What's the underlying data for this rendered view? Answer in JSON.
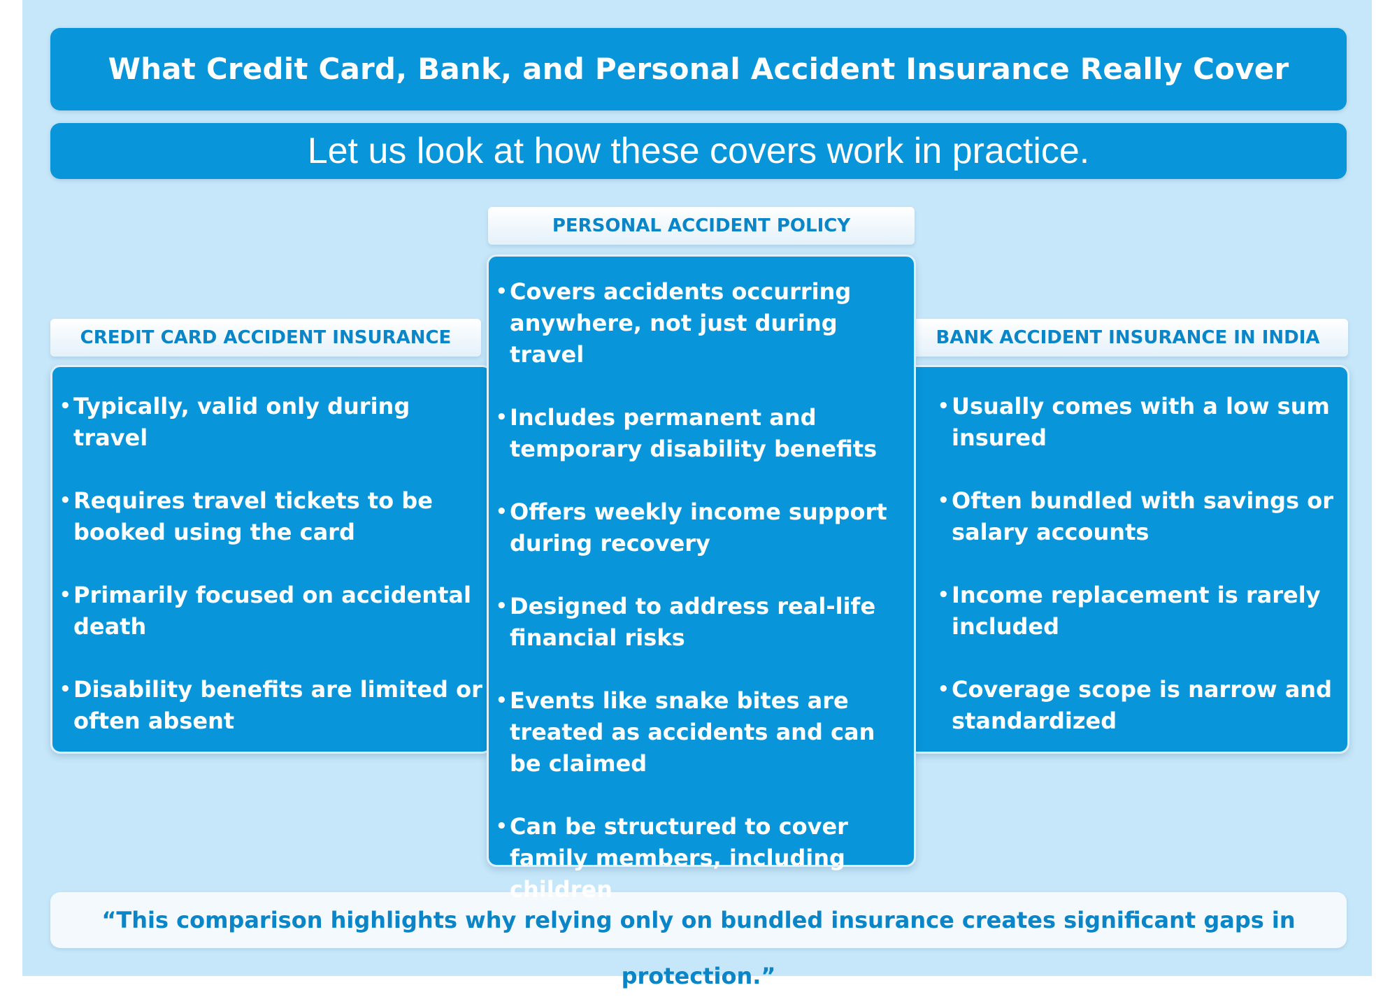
{
  "header": {
    "title": "What Credit Card, Bank, and Personal Accident Insurance Really Cover",
    "subtitle": "Let us look at how these covers work in practice."
  },
  "columns": {
    "left": {
      "heading": "CREDIT CARD ACCIDENT INSURANCE",
      "items": [
        "Typically, valid only during travel",
        "Requires travel tickets to be booked using the card",
        "Primarily focused on accidental death",
        "Disability benefits are limited or often absent"
      ]
    },
    "center": {
      "heading": "PERSONAL ACCIDENT POLICY",
      "items": [
        "Covers accidents occurring anywhere, not just during travel",
        "Includes permanent and temporary disability benefits",
        "Offers weekly income support during recovery",
        "Designed to address real-life financial risks",
        "Events like snake bites are treated as accidents and can be claimed",
        "Can be structured to cover family members, including children"
      ]
    },
    "right": {
      "heading": "BANK ACCIDENT INSURANCE IN INDIA",
      "items": [
        "Usually comes with a low sum insured",
        "Often bundled with savings or salary accounts",
        "Income replacement is rarely included",
        "Coverage scope is narrow and standardized"
      ]
    }
  },
  "footer": {
    "quote": "“This comparison highlights why relying only on bundled insurance creates significant gaps in protection.”"
  },
  "colors": {
    "background": "#c6e6f9",
    "primary_blue": "#0895d9",
    "heading_text": "#0a86c8"
  }
}
